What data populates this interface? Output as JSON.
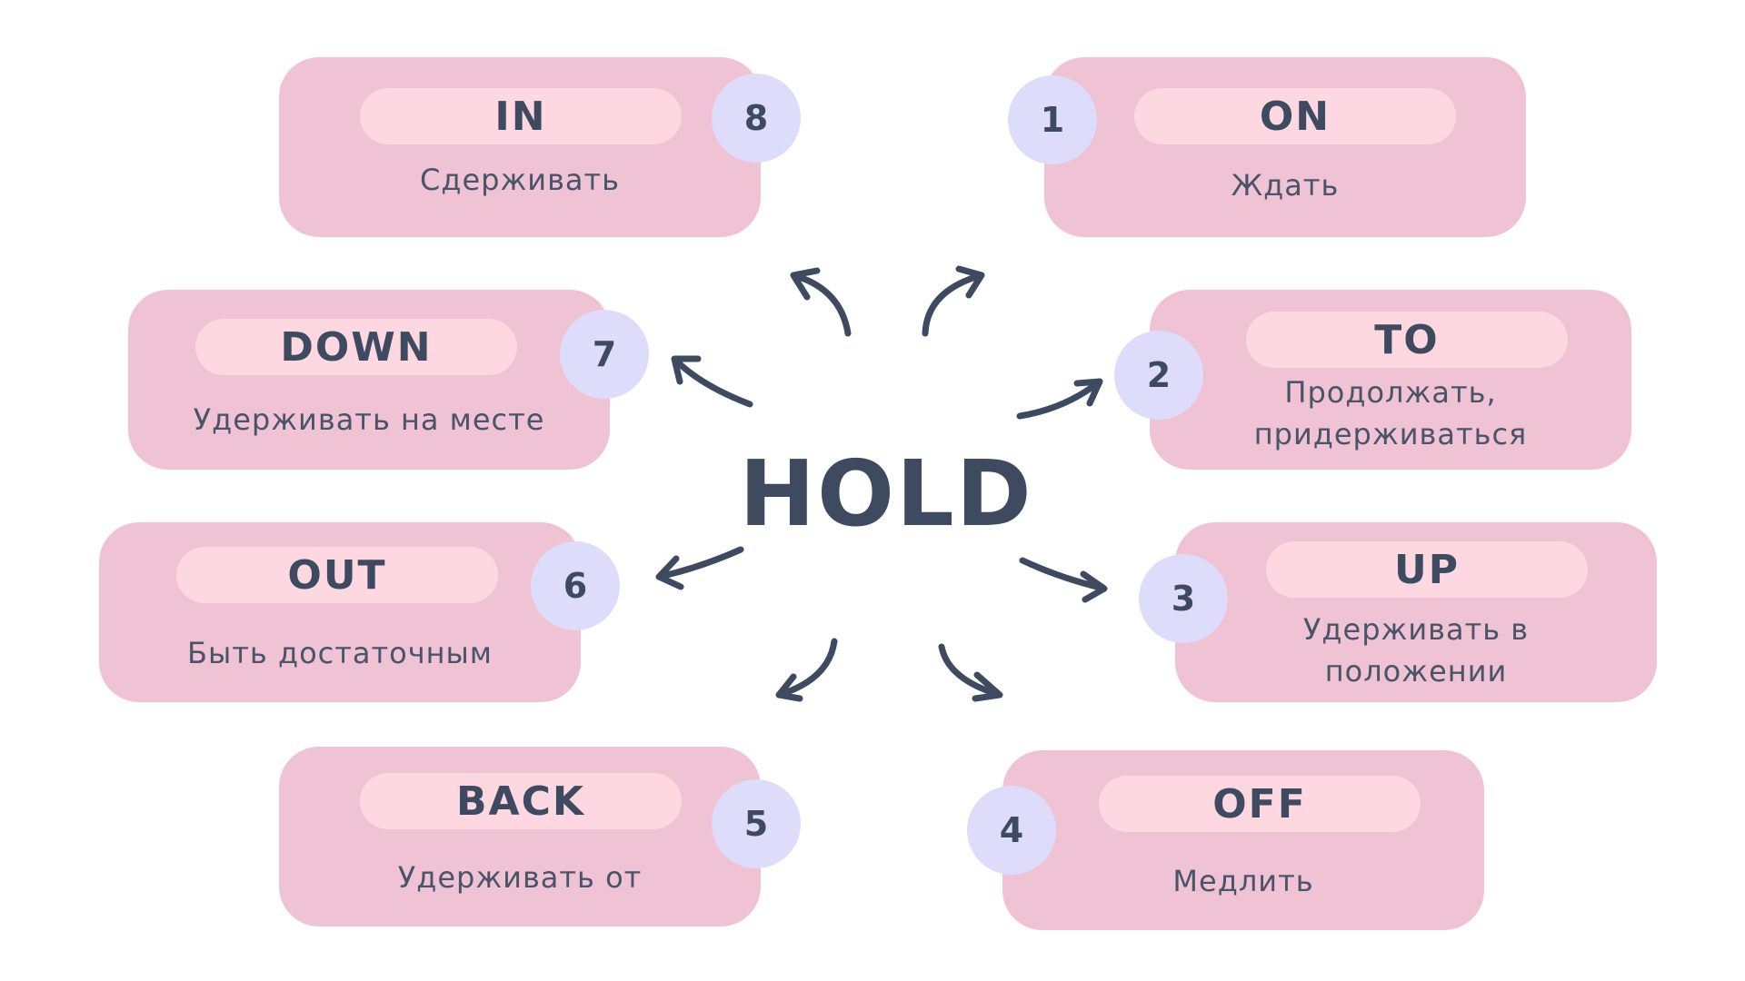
{
  "center_word": "HOLD",
  "colors": {
    "card": "#efc3d3",
    "pill": "#fdd8e0",
    "badge": "#dedcfb",
    "text_dark": "#3e4a5f"
  },
  "items": [
    {
      "number": "1",
      "particle": "ON",
      "translation": [
        "Ждать"
      ]
    },
    {
      "number": "2",
      "particle": "TO",
      "translation": [
        "Продолжать,",
        "придерживаться"
      ]
    },
    {
      "number": "3",
      "particle": "UP",
      "translation": [
        "Удерживать в",
        "положении"
      ]
    },
    {
      "number": "4",
      "particle": "OFF",
      "translation": [
        "Медлить"
      ]
    },
    {
      "number": "5",
      "particle": "BACK",
      "translation": [
        "Удерживать от"
      ]
    },
    {
      "number": "6",
      "particle": "OUT",
      "translation": [
        "Быть достаточным"
      ]
    },
    {
      "number": "7",
      "particle": "DOWN",
      "translation": [
        "Удерживать на месте"
      ]
    },
    {
      "number": "8",
      "particle": "IN",
      "translation": [
        "Сдерживать"
      ]
    }
  ]
}
